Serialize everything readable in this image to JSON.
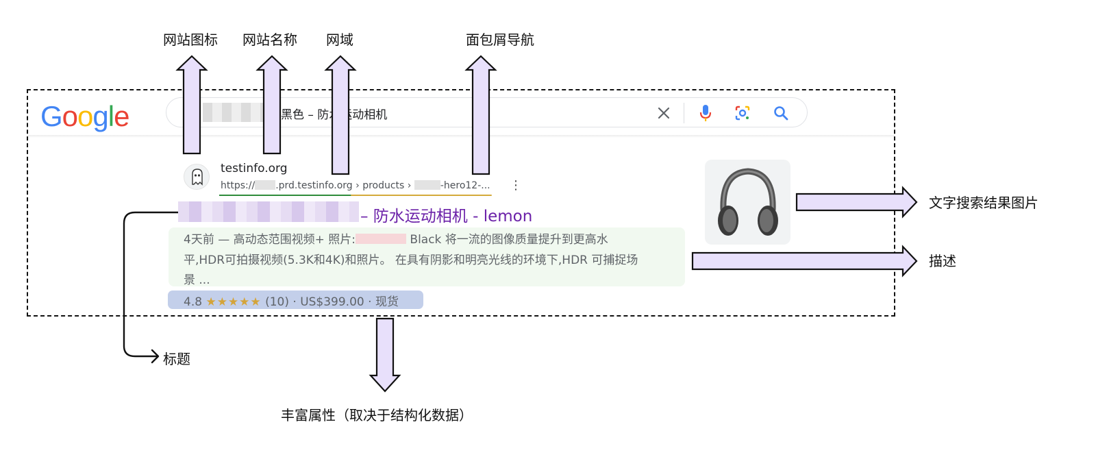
{
  "annotations": {
    "favicon_label": "网站图标",
    "site_name_label": "网站名称",
    "domain_label": "网域",
    "breadcrumb_label": "面包屑导航",
    "image_label": "文字搜索结果图片",
    "description_label": "描述",
    "title_label": "标题",
    "rich_attrs_label": "丰富属性（取决于结构化数据）"
  },
  "search": {
    "logo": "Google",
    "query_visible": "黑色 – 防水运动相机"
  },
  "result": {
    "site_name": "testinfo.org",
    "url_prefix": "https://",
    "url_domain": ".prd.testinfo.org",
    "url_sep1": " › ",
    "url_path": "products",
    "url_sep2": " › ",
    "url_tail": "-hero12-...",
    "title": "– 防水运动相机 - lemon",
    "desc_start": "4天前 — 高动态范围视频+ 照片:",
    "desc_line1_end": " Black 将一流的图像质量提升到更高水",
    "desc_line2": "平,HDR可拍摄视频(5.3K和4K)和照片。 在具有阴影和明亮光线的环境下,HDR 可捕捉场",
    "desc_line3": "景 ...",
    "rating": "4.8",
    "stars": "★★★★★",
    "review_count": "(10)",
    "price": "US$399.00",
    "availability": "现货",
    "sep": " · "
  },
  "colors": {
    "arrow_fill": "#e8e0fb",
    "title_purple": "#6b21a8",
    "green_underline": "#2e8b3a",
    "gold_underline": "#d4aa3a",
    "desc_bg": "#f1f9f0",
    "rich_bg": "#c3cfea"
  }
}
